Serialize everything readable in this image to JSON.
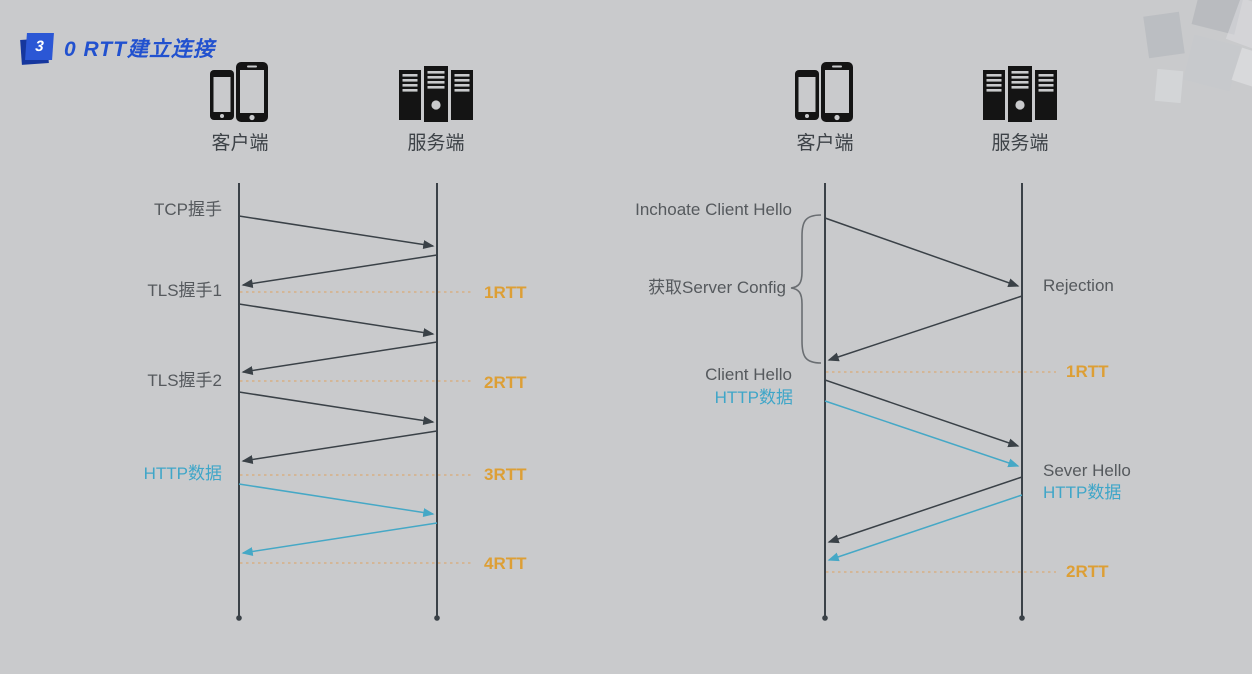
{
  "header": {
    "badge": "3",
    "title": "0 RTT建立连接"
  },
  "icons": {
    "client": "smartphones-icon",
    "server": "server-racks-icon"
  },
  "left_diagram": {
    "client_label": "客户端",
    "server_label": "服务端",
    "step_labels": [
      {
        "text": "TCP握手",
        "style": "gray"
      },
      {
        "text": "TLS握手1",
        "style": "gray"
      },
      {
        "text": "TLS握手2",
        "style": "gray"
      },
      {
        "text": "HTTP数据",
        "style": "cyan"
      }
    ],
    "rtt_markers": [
      {
        "label": "1RTT"
      },
      {
        "label": "2RTT"
      },
      {
        "label": "3RTT"
      },
      {
        "label": "4RTT"
      }
    ]
  },
  "right_diagram": {
    "client_label": "客户端",
    "server_label": "服务端",
    "left_labels": [
      {
        "text": "Inchoate Client Hello",
        "style": "gray"
      },
      {
        "text": "获取Server Config",
        "style": "gray"
      },
      {
        "text": "Client Hello",
        "style": "gray"
      },
      {
        "text": "HTTP数据",
        "style": "cyan"
      }
    ],
    "right_labels": [
      {
        "text": "Rejection",
        "style": "gray"
      },
      {
        "text": "Sever Hello",
        "style": "gray"
      },
      {
        "text": "HTTP数据",
        "style": "cyan"
      }
    ],
    "rtt_markers": [
      {
        "label": "1RTT"
      },
      {
        "label": "2RTT"
      }
    ]
  },
  "colors": {
    "background": "#c9cacc",
    "title_blue": "#2151cf",
    "badge_blue": "#2b57d5",
    "badge_shadow_blue": "#16379e",
    "timeline_dark": "#3a4147",
    "label_gray": "#55595d",
    "rtt_orange": "#dd9f35",
    "dotted_orange": "#d8b084",
    "http_cyan": "#45a8c6"
  }
}
